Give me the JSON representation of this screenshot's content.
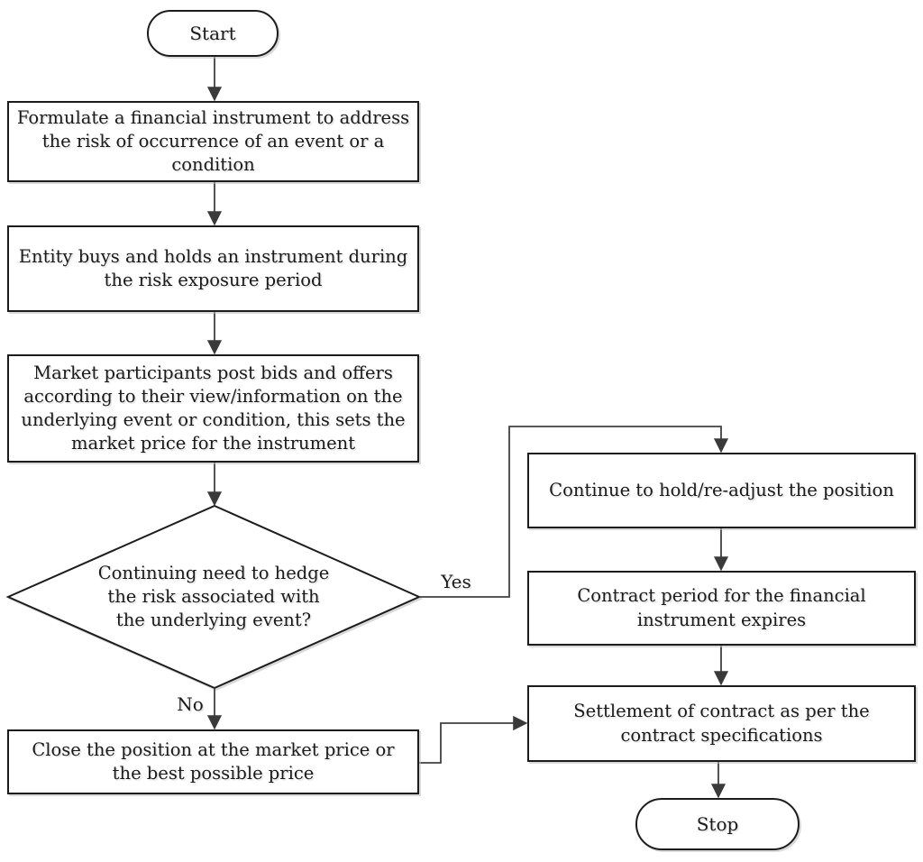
{
  "flowchart": {
    "terminals": {
      "start": "Start",
      "stop": "Stop"
    },
    "steps": {
      "formulate": "Formulate a financial instrument to address the risk of occurrence of an event or a condition",
      "buy_hold": "Entity buys and holds an instrument during the risk exposure period",
      "market_price": "Market participants post bids and offers according to their view/information on the underlying event or condition, this sets the market price for the instrument",
      "decision": "Continuing need to hedge the risk associated with the underlying event?",
      "continue_hold": "Continue to hold/re-adjust the position",
      "contract_expires": "Contract period for the financial instrument expires",
      "settlement": "Settlement of contract as per the contract specifications",
      "close_position": "Close the position at the market price or the best possible price"
    },
    "branch_labels": {
      "yes": "Yes",
      "no": "No"
    },
    "colors": {
      "line": "#404040",
      "border": "#1c1c1c",
      "text": "#1a1a1a",
      "background": "#ffffff"
    }
  }
}
